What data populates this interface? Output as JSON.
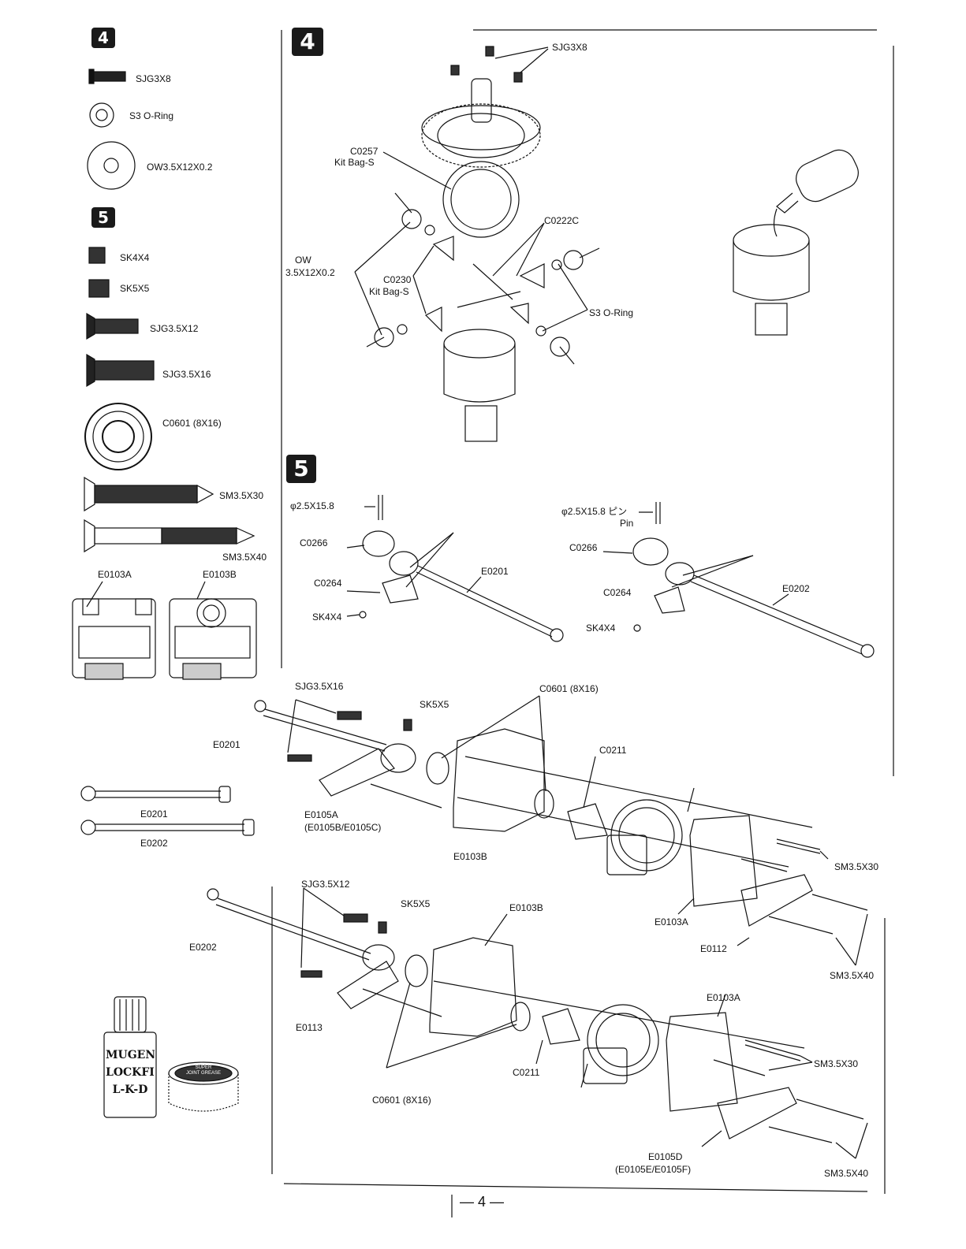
{
  "badges": {
    "four": "4",
    "five": "5"
  },
  "parts_list": {
    "step4": [
      "SJG3X8",
      "S3 O-Ring",
      "OW3.5X12X0.2"
    ],
    "step5": [
      "SK4X4",
      "SK5X5",
      "SJG3.5X12",
      "SJG3.5X16",
      "C0601 (8X16)",
      "SM3.5X30",
      "SM3.5X40",
      "E0103A",
      "E0103B"
    ],
    "shafts": [
      "E0201",
      "E0202"
    ]
  },
  "bottles": {
    "lockfix": "MUGEN\nLOCKFIRE\nL-K-D",
    "grease": "SUPER\nJOINT GREASE"
  },
  "step4_labels": {
    "sjg": "SJG3X8",
    "c0257": "C0257",
    "kitbag1": "Kit Bag-S",
    "c0222c": "C0222C",
    "ow": "OW",
    "ow_size": "3.5X12X0.2",
    "c0230": "C0230",
    "kitbag2": "Kit Bag-S",
    "oring": "S3 O-Ring"
  },
  "step5_top": {
    "pin_left": "φ2.5X15.8",
    "c0266_l": "C0266",
    "c0264_l": "C0264",
    "sk_l": "SK4X4",
    "e0201": "E0201",
    "pin_right": "φ2.5X15.8 ピン",
    "pin_word": "Pin",
    "c0266_r": "C0266",
    "c0264_r": "C0264",
    "sk_r": "SK4X4",
    "e0202": "E0202"
  },
  "assembly_upper": {
    "sjg": "SJG3.5X16",
    "sk": "SK5X5",
    "c0601": "C0601 (8X16)",
    "e0201": "E0201",
    "c0211": "C0211",
    "e0105a": "E0105A",
    "e0105bc": "(E0105B/E0105C)",
    "e0103b": "E0103B",
    "sm30": "SM3.5X30",
    "e0103a": "E0103A",
    "e0112": "E0112",
    "sm40": "SM3.5X40"
  },
  "assembly_lower": {
    "sjg": "SJG3.5X12",
    "sk": "SK5X5",
    "e0103b": "E0103B",
    "e0202": "E0202",
    "e0113": "E0113",
    "e0103a": "E0103A",
    "sm30": "SM3.5X30",
    "c0211": "C0211",
    "c0601": "C0601 (8X16)",
    "e0105d": "E0105D",
    "e0105ef": "(E0105E/E0105F)",
    "sm40": "SM3.5X40"
  },
  "page_number": "— 4 —"
}
